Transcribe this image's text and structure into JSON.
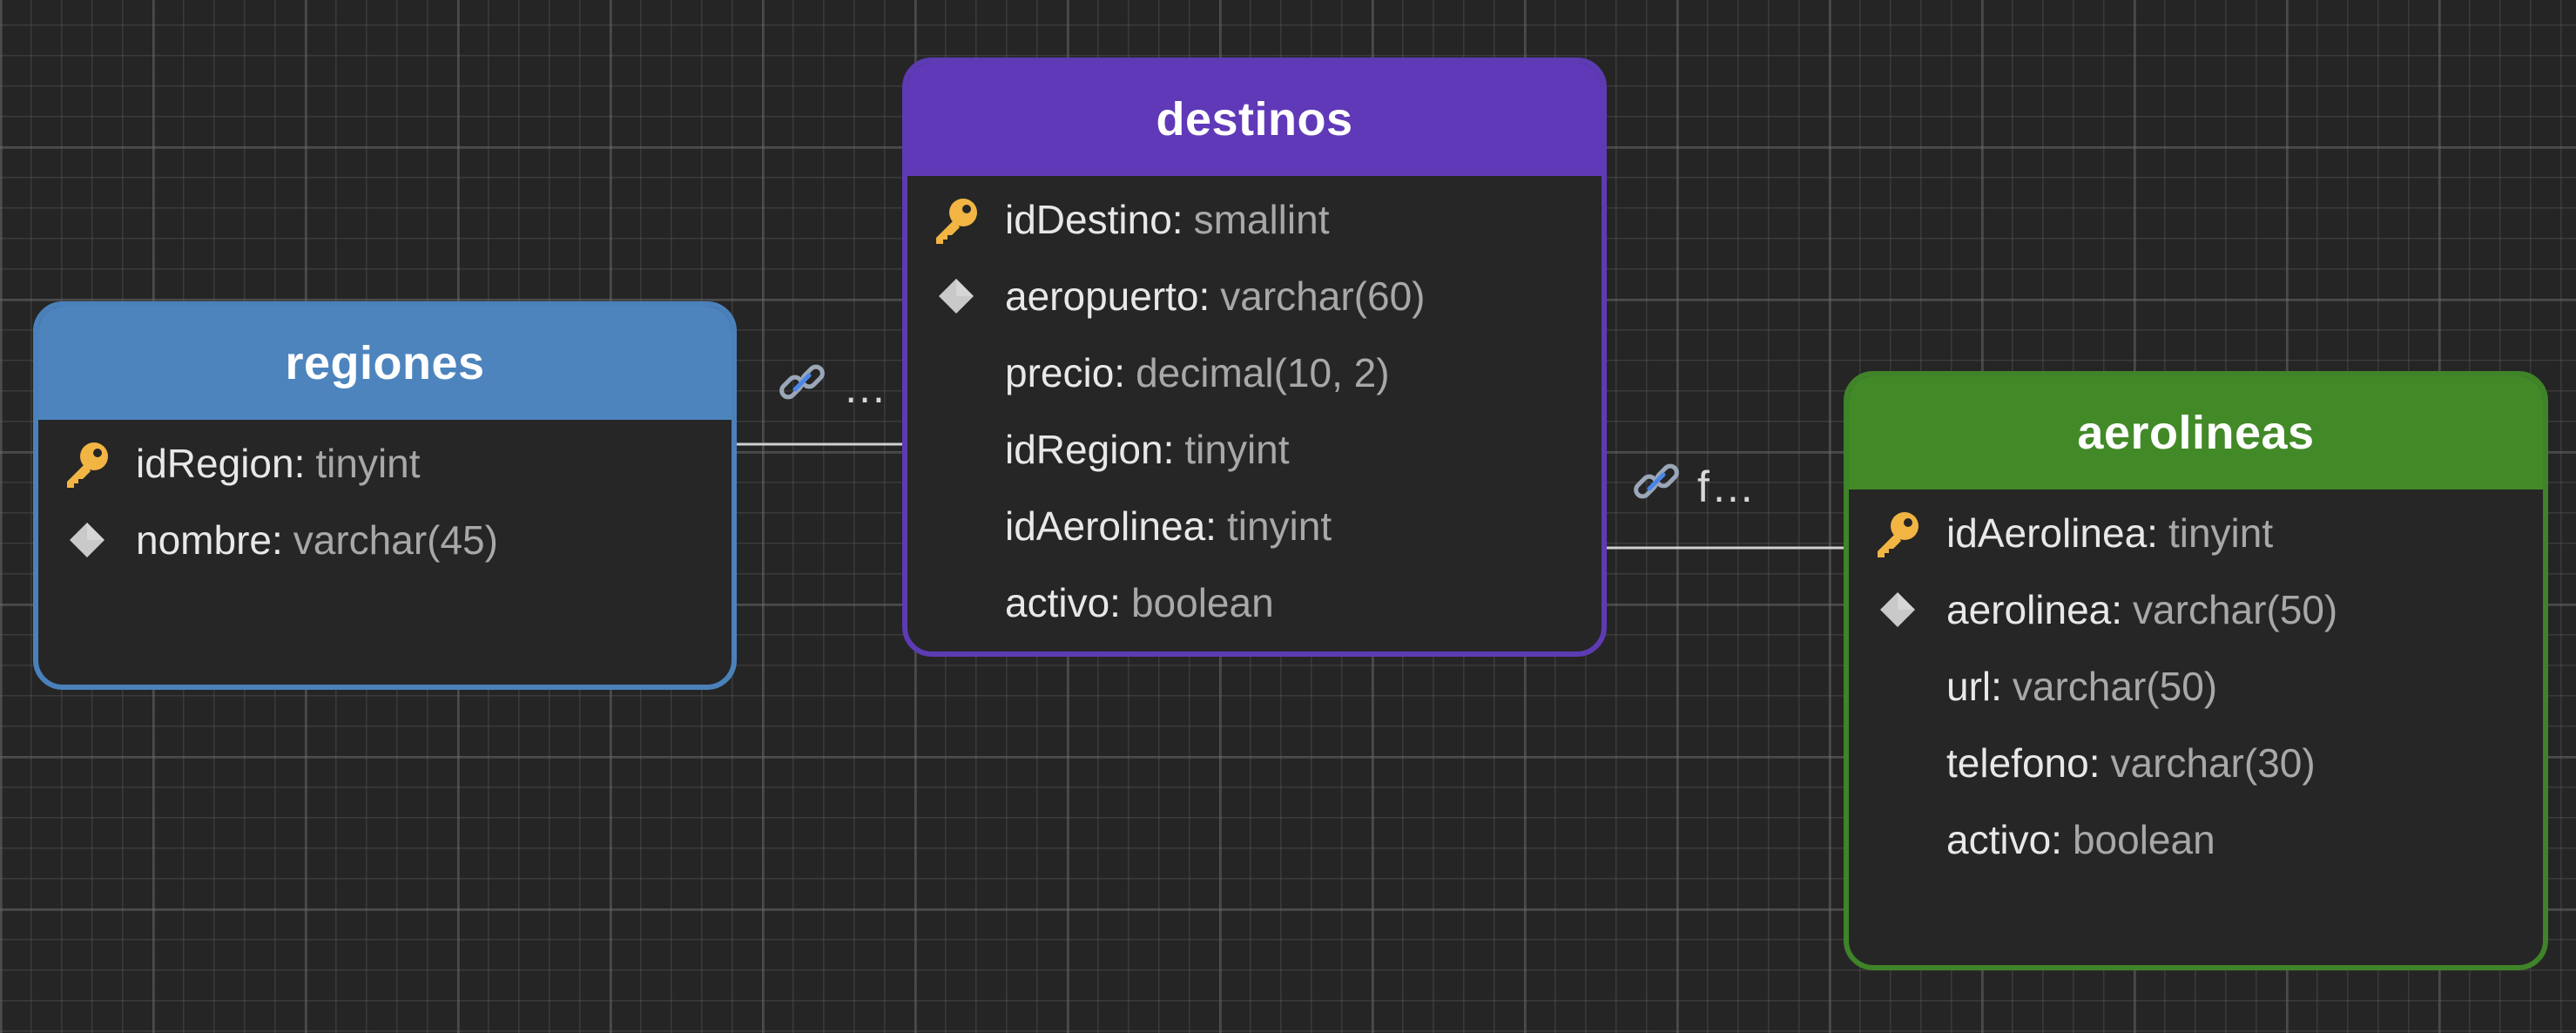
{
  "colors": {
    "background": "#252525",
    "regiones_accent": "#4d84bd",
    "destinos_accent": "#6039b8",
    "aerolineas_accent": "#428a28",
    "key_icon": "#f2b544",
    "diamond_icon": "#c9c9c9",
    "link_line": "#d0d0d0"
  },
  "entities": {
    "regiones": {
      "title": "regiones",
      "fields": [
        {
          "name": "idRegion",
          "type": "tinyint",
          "marker": "key-icon"
        },
        {
          "name": "nombre",
          "type": "varchar(45)",
          "marker": "diamond-icon"
        }
      ]
    },
    "destinos": {
      "title": "destinos",
      "fields": [
        {
          "name": "idDestino",
          "type": "smallint",
          "marker": "key-icon"
        },
        {
          "name": "aeropuerto",
          "type": "varchar(60)",
          "marker": "diamond-icon"
        },
        {
          "name": "precio",
          "type": "decimal(10, 2)",
          "marker": ""
        },
        {
          "name": "idRegion",
          "type": "tinyint",
          "marker": ""
        },
        {
          "name": "idAerolinea",
          "type": "tinyint",
          "marker": ""
        },
        {
          "name": "activo",
          "type": "boolean",
          "marker": ""
        }
      ]
    },
    "aerolineas": {
      "title": "aerolineas",
      "fields": [
        {
          "name": "idAerolinea",
          "type": "tinyint",
          "marker": "key-icon"
        },
        {
          "name": "aerolinea",
          "type": "varchar(50)",
          "marker": "diamond-icon"
        },
        {
          "name": "url",
          "type": "varchar(50)",
          "marker": ""
        },
        {
          "name": "telefono",
          "type": "varchar(30)",
          "marker": ""
        },
        {
          "name": "activo",
          "type": "boolean",
          "marker": ""
        }
      ]
    }
  },
  "relations": [
    {
      "label": "…",
      "icon": "link-icon",
      "from": "regiones",
      "to": "destinos"
    },
    {
      "label": "f…",
      "icon": "link-icon",
      "from": "destinos",
      "to": "aerolineas"
    }
  ],
  "field_separator": ":"
}
